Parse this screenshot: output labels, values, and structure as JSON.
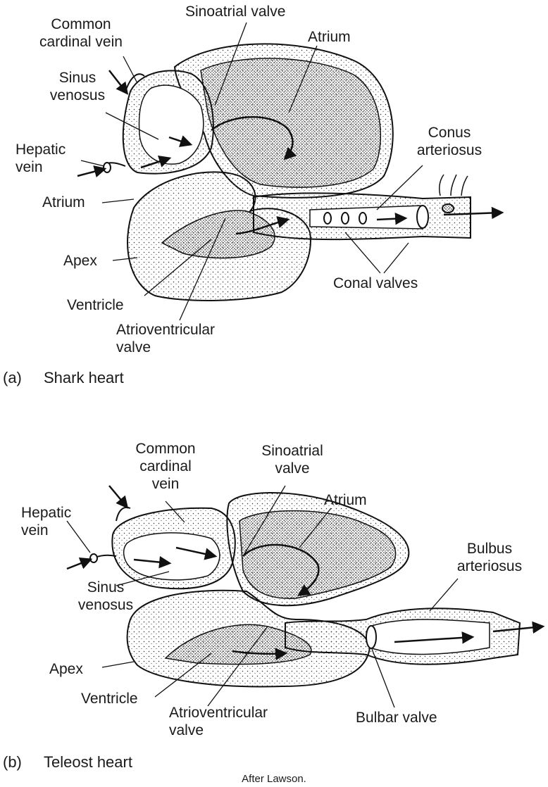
{
  "panel_a": {
    "caption_letter": "(a)",
    "caption_title": "Shark heart",
    "labels": {
      "sinoatrial_valve": "Sinoatrial valve",
      "common_cardinal_vein": [
        "Common",
        "cardinal vein"
      ],
      "atrium_top": "Atrium",
      "sinus_venosus": [
        "Sinus",
        "venosus"
      ],
      "hepatic_vein": [
        "Hepatic",
        "vein"
      ],
      "conus_arteriosus": [
        "Conus",
        "arteriosus"
      ],
      "atrium_left": "Atrium",
      "apex": "Apex",
      "conal_valves": "Conal valves",
      "ventricle": "Ventricle",
      "atrioventricular_valve": [
        "Atrioventricular",
        "valve"
      ]
    }
  },
  "panel_b": {
    "caption_letter": "(b)",
    "caption_title": "Teleost heart",
    "labels": {
      "common_cardinal_vein": [
        "Common",
        "cardinal",
        "vein"
      ],
      "sinoatrial_valve": [
        "Sinoatrial",
        "valve"
      ],
      "atrium": "Atrium",
      "hepatic_vein": [
        "Hepatic",
        "vein"
      ],
      "bulbus_arteriosus": [
        "Bulbus",
        "arteriosus"
      ],
      "sinus_venosus": [
        "Sinus",
        "venosus"
      ],
      "apex": "Apex",
      "ventricle": "Ventricle",
      "atrioventricular_valve": [
        "Atrioventricular",
        "valve"
      ],
      "bulbar_valve": "Bulbar valve"
    }
  },
  "credit": "After Lawson."
}
